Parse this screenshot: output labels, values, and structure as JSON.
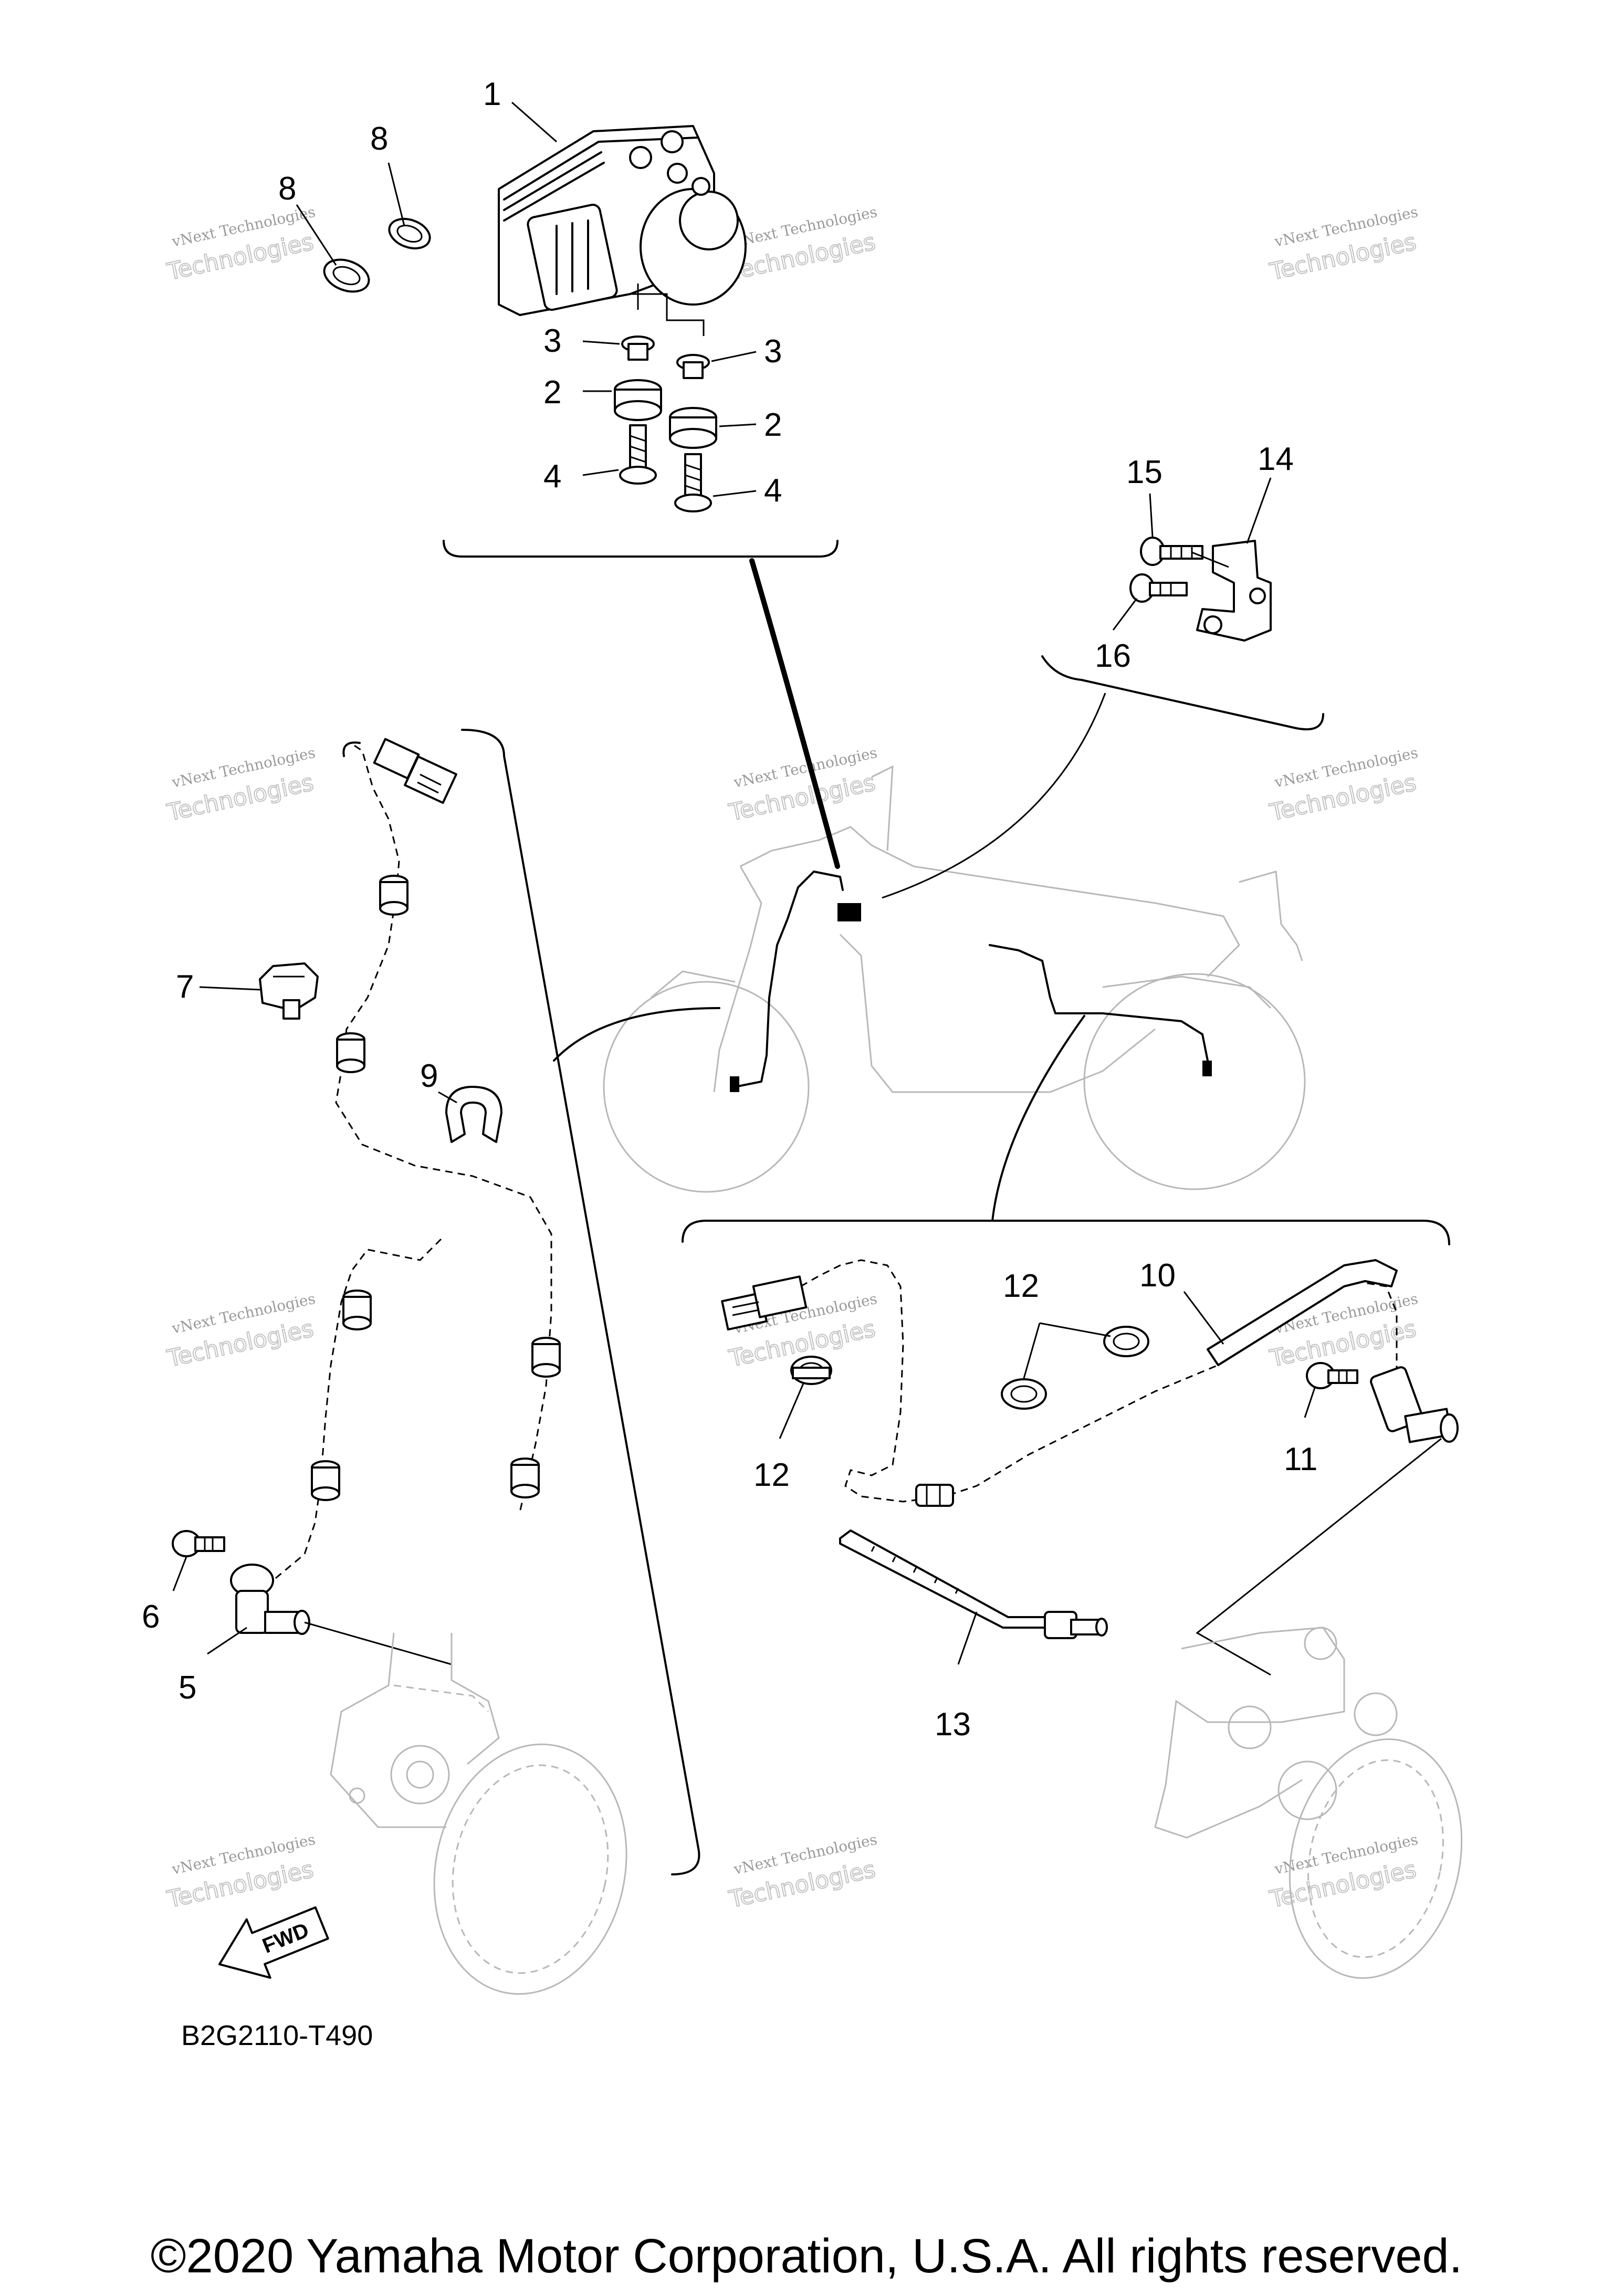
{
  "diagram": {
    "callouts": [
      "1",
      "2",
      "2",
      "3",
      "3",
      "4",
      "4",
      "5",
      "6",
      "7",
      "8",
      "8",
      "9",
      "10",
      "11",
      "12",
      "12",
      "13",
      "14",
      "15",
      "16"
    ],
    "figure_code": "B2G2110-T490",
    "fwd_label": "FWD",
    "watermark": {
      "line1": "vNext Technologies",
      "line2": "Technologies"
    }
  },
  "footer": {
    "copyright": "©2020 Yamaha Motor Corporation, U.S.A. All rights reserved."
  }
}
